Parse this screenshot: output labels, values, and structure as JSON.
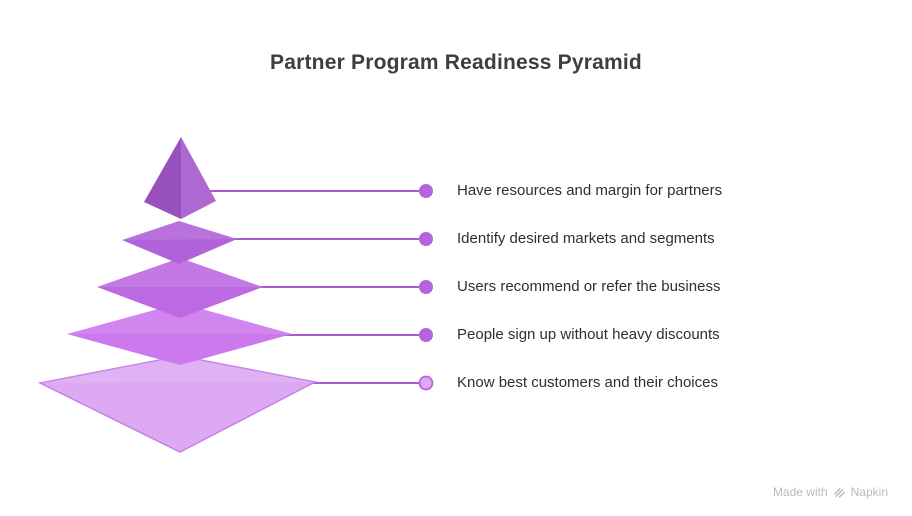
{
  "title": "Partner Program Readiness Pyramid",
  "levels": [
    {
      "label": "Have resources and margin for partners"
    },
    {
      "label": "Identify desired markets and segments"
    },
    {
      "label": "Users recommend or refer the business"
    },
    {
      "label": "People sign up without heavy discounts"
    },
    {
      "label": "Know best customers and their choices"
    }
  ],
  "watermark": {
    "prefix": "Made with",
    "brand": "Napkin"
  },
  "colors": {
    "layer1": "#a457cc",
    "layer2": "#b161d9",
    "layer3": "#bd69e1",
    "layer4": "#cb79ec",
    "layer5": "#dda9f3",
    "layer5_stroke": "#c77fe9",
    "connector": "#aa5ccf",
    "dot": "#b763dd",
    "dot_last": "#dcaaf2",
    "title_text": "#3d3d42",
    "label_text": "#2f2f33",
    "watermark_text": "#b9bac0"
  }
}
